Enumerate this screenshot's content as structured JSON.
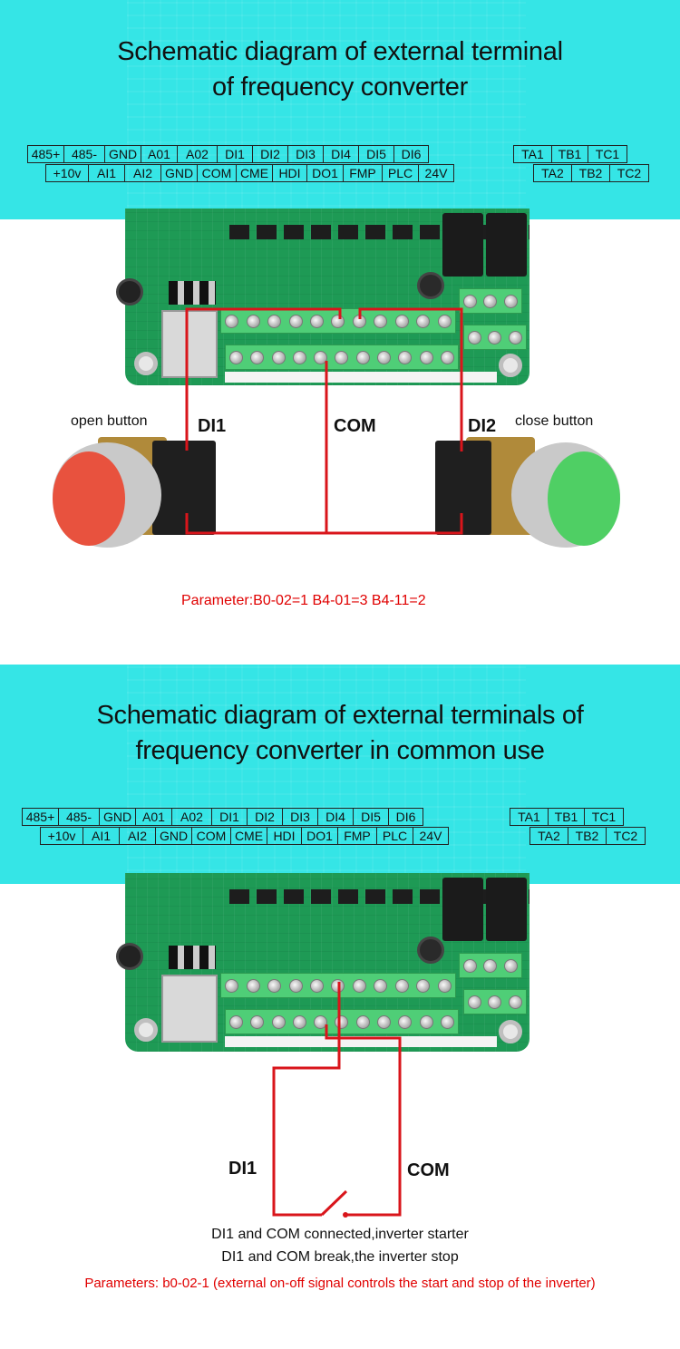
{
  "terminals": {
    "row1": [
      "485+",
      "485-",
      "GND",
      "A01",
      "A02",
      "DI1",
      "DI2",
      "DI3",
      "DI4",
      "DI5",
      "DI6"
    ],
    "row2": [
      "+10v",
      "AI1",
      "AI2",
      "GND",
      "COM",
      "CME",
      "HDI",
      "DO1",
      "FMP",
      "PLC",
      "24V"
    ],
    "relay_row1": [
      "TA1",
      "TB1",
      "TC1"
    ],
    "relay_row2": [
      "TA2",
      "TB2",
      "TC2"
    ]
  },
  "section1": {
    "title_line1": "Schematic diagram of external terminal",
    "title_line2": "of frequency converter",
    "open_button_label": "open button",
    "close_button_label": "close button",
    "wire_di1": "DI1",
    "wire_com": "COM",
    "wire_di2": "DI2",
    "parameter": "Parameter:B0-02=1  B4-01=3 B4-11=2",
    "open_button_color": "#e8523e",
    "close_button_color": "#4fcf64"
  },
  "section2": {
    "title_line1": "Schematic diagram of external terminals of",
    "title_line2": "frequency converter in common use",
    "wire_di1": "DI1",
    "wire_com": "COM",
    "note_line1": "DI1 and COM connected,inverter starter",
    "note_line2": "DI1 and COM break,the inverter stop",
    "parameters": "Parameters: b0-02-1 (external on-off signal controls the start and stop of the inverter)"
  },
  "colors": {
    "banner": "#35e5e6",
    "wire": "#d9151b",
    "board": "#1e9a55"
  }
}
